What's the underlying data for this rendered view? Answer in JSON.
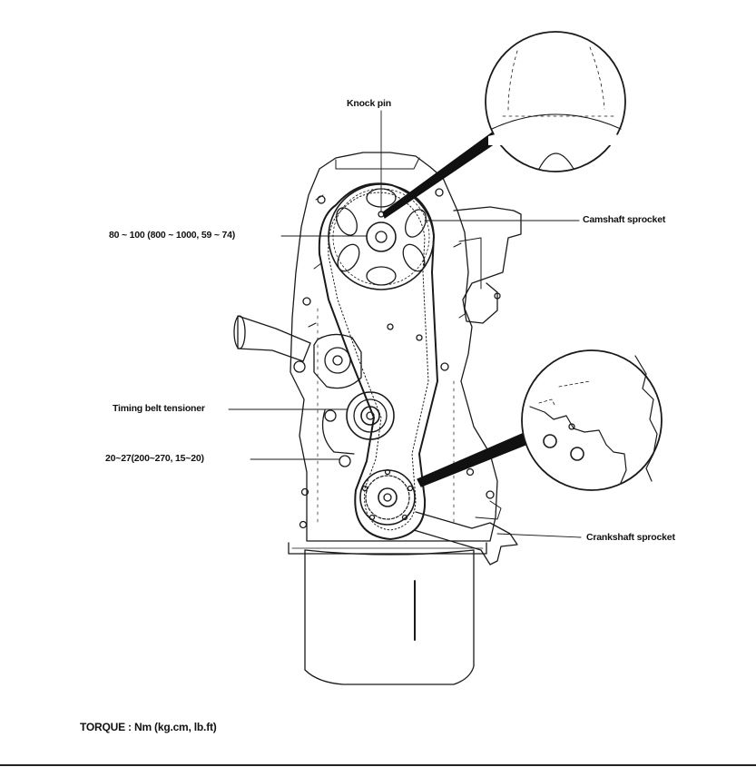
{
  "labels": {
    "knock_pin": "Knock pin",
    "camshaft_torque": "80 ~ 100 (800 ~ 1000, 59 ~ 74)",
    "camshaft_sprocket": "Camshaft sprocket",
    "tensioner": "Timing belt tensioner",
    "tensioner_torque": "20~27(200~270, 15~20)",
    "crankshaft_sprocket": "Crankshaft sprocket"
  },
  "footer": {
    "torque_units": "TORQUE : Nm (kg.cm, lb.ft)"
  }
}
